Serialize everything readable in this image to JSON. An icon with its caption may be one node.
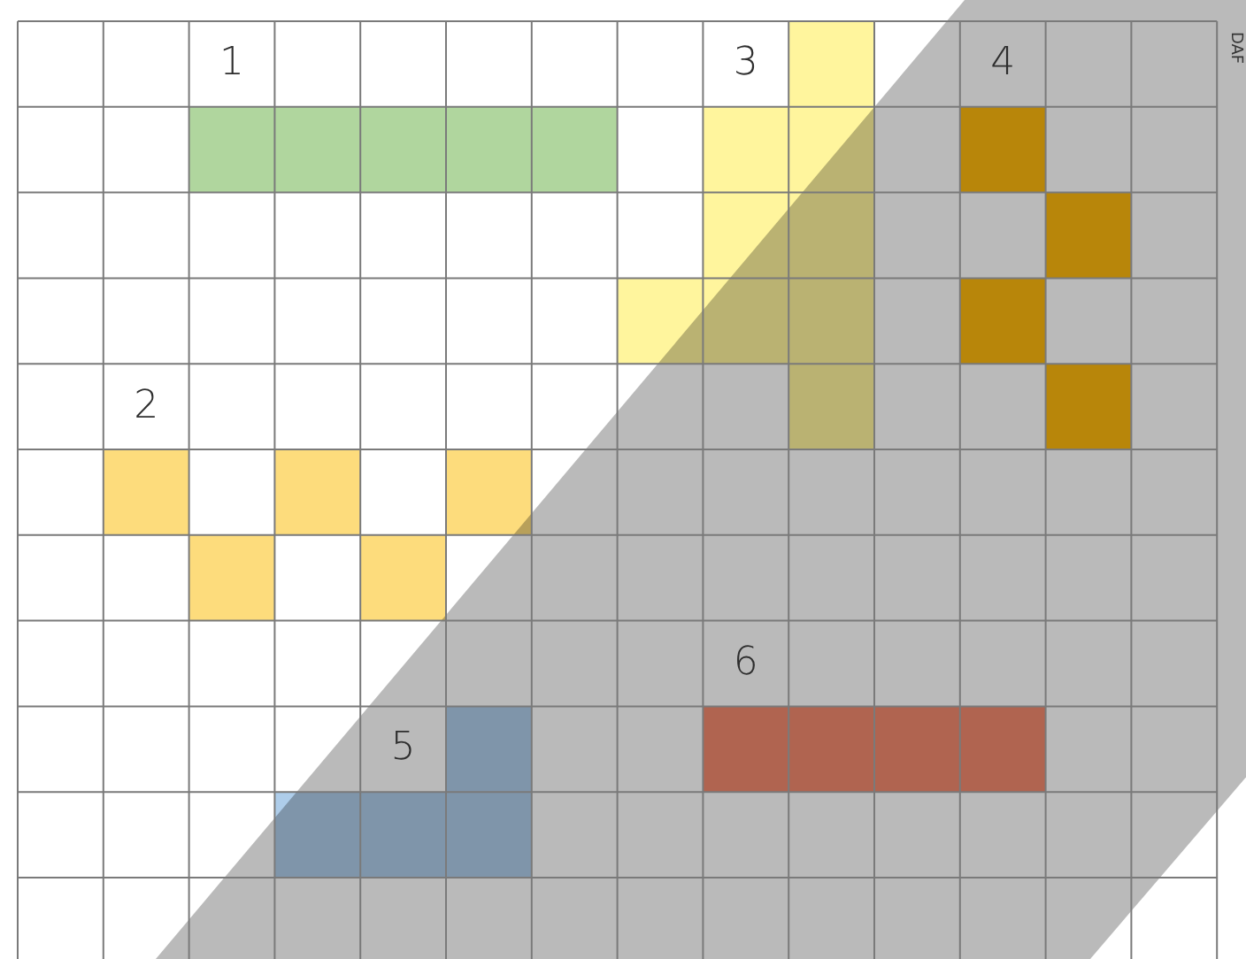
{
  "diagram": {
    "labels": [
      "1",
      "3",
      "4",
      "DAF",
      "2",
      "6",
      "5"
    ]
  }
}
